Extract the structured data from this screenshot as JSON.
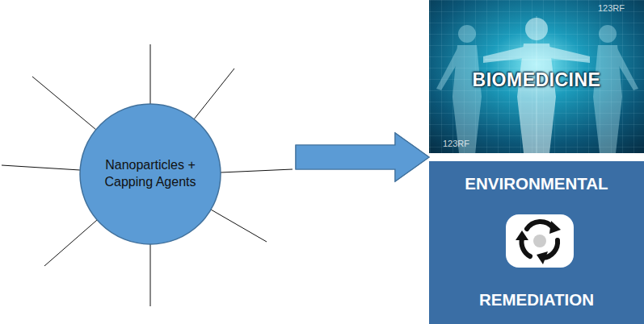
{
  "diagram": {
    "nodes": [
      {
        "text": [
          "Nanoparticles + Capping Agents"
        ]
      },
      {
        "text": [
          "BIOMEDICINE"
        ]
      },
      {
        "text": [
          "ENVIRONMENTAL",
          "REMEDIATION"
        ]
      }
    ],
    "edges": [
      {
        "from": 0,
        "to": 1,
        "arrow": "to"
      },
      {
        "from": 0,
        "to": 2,
        "arrow": "to"
      }
    ],
    "labels": [
      "123RF",
      "123RF"
    ]
  }
}
